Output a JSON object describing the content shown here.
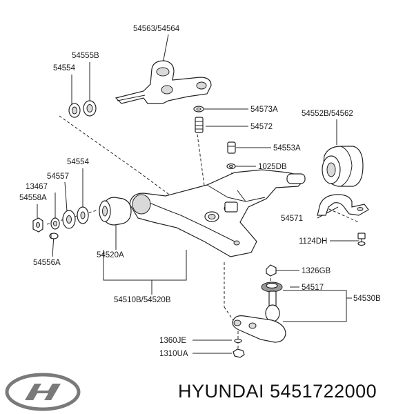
{
  "brand": "HYUNDAI",
  "part_number": "5451722000",
  "labels": {
    "l54563": "54563/54564",
    "l54555B": "54555B",
    "l54554_top": "54554",
    "l54573A": "54573A",
    "l54572": "54572",
    "l54552B": "54552B/54562",
    "l54553A": "54553A",
    "l1025DB": "1025DB",
    "l54554_mid": "54554",
    "l54557": "54557",
    "l13467": "13467",
    "l54558A": "54558A",
    "l54571": "54571",
    "l1124DH": "1124DH",
    "l54520A": "54520A",
    "l54556A": "54556A",
    "l1326GB": "1326GB",
    "l54517": "54517",
    "l54530B": "54530B",
    "l54510B": "54510B/54520B",
    "l1360JE": "1360JE",
    "l1310UA": "1310UA"
  }
}
